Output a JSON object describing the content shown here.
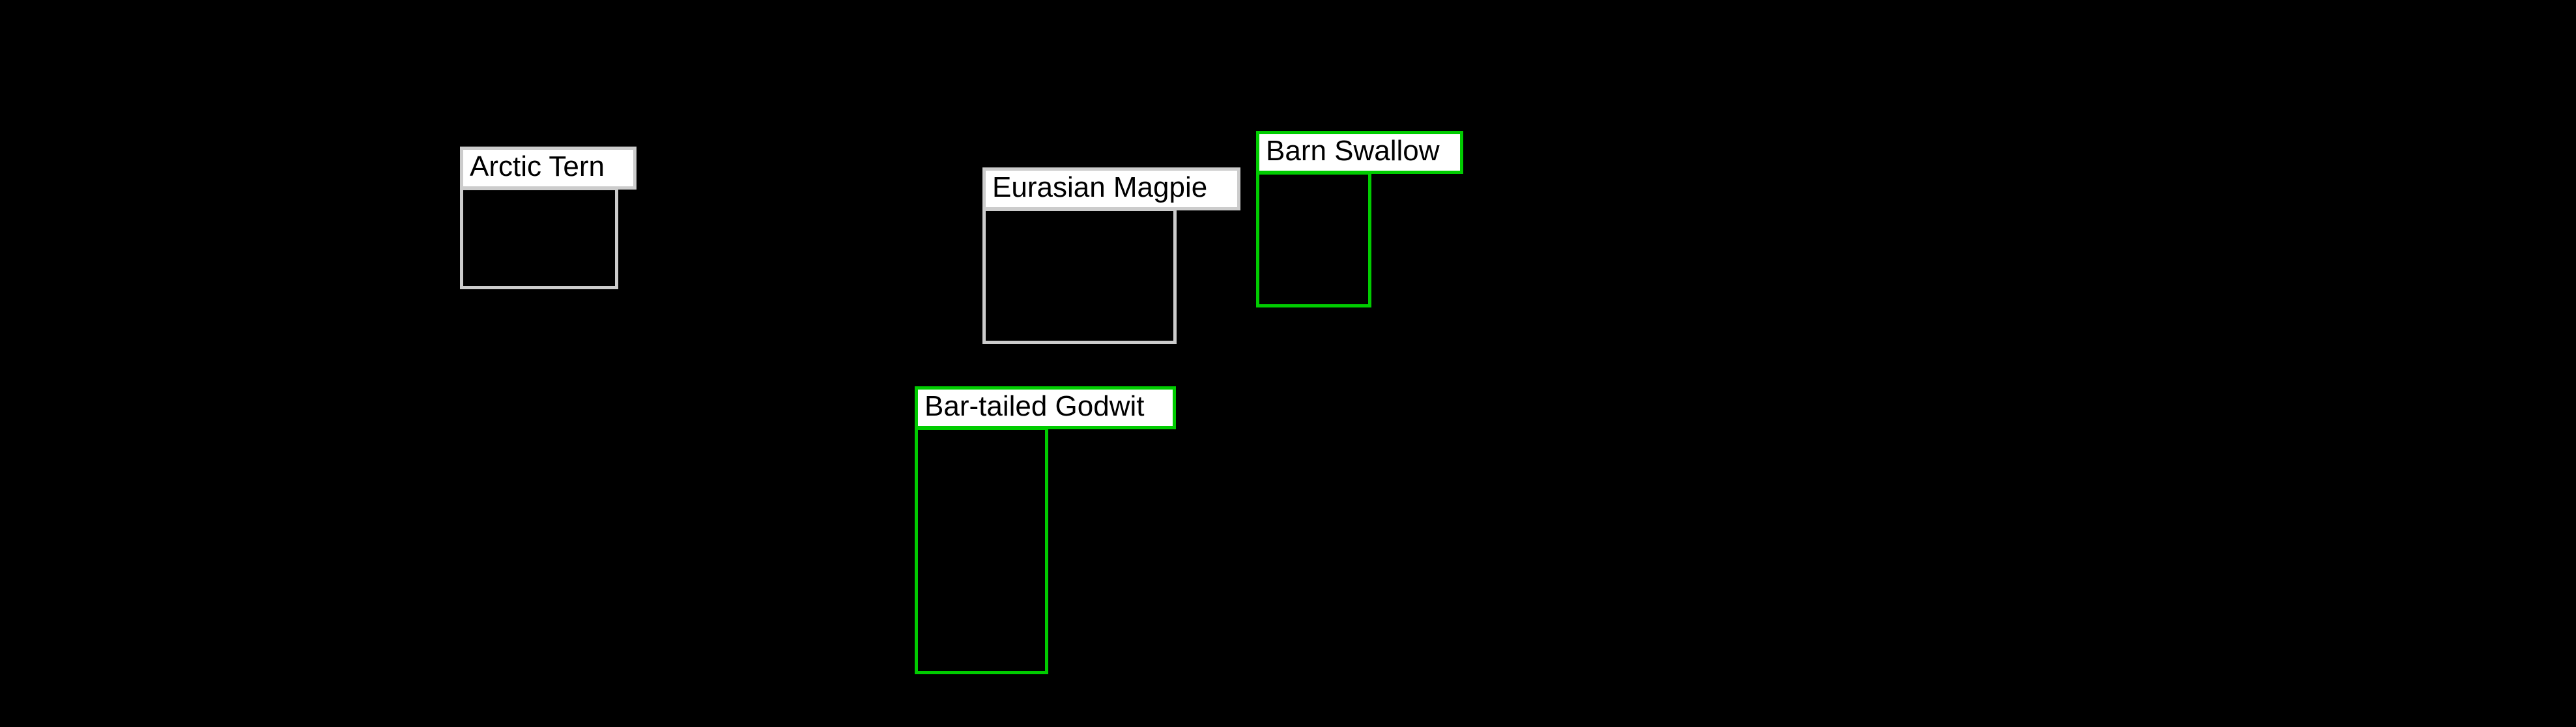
{
  "colors": {
    "background": "#000000",
    "box_gray": "#cccccc",
    "box_green": "#00cc00",
    "label_fill": "#ffffff",
    "label_text": "#000000"
  },
  "detections": [
    {
      "label": "Arctic Tern",
      "color": "gray"
    },
    {
      "label": "Eurasian Magpie",
      "color": "gray"
    },
    {
      "label": "Barn Swallow",
      "color": "green"
    },
    {
      "label": "Bar-tailed Godwit",
      "color": "green"
    }
  ]
}
